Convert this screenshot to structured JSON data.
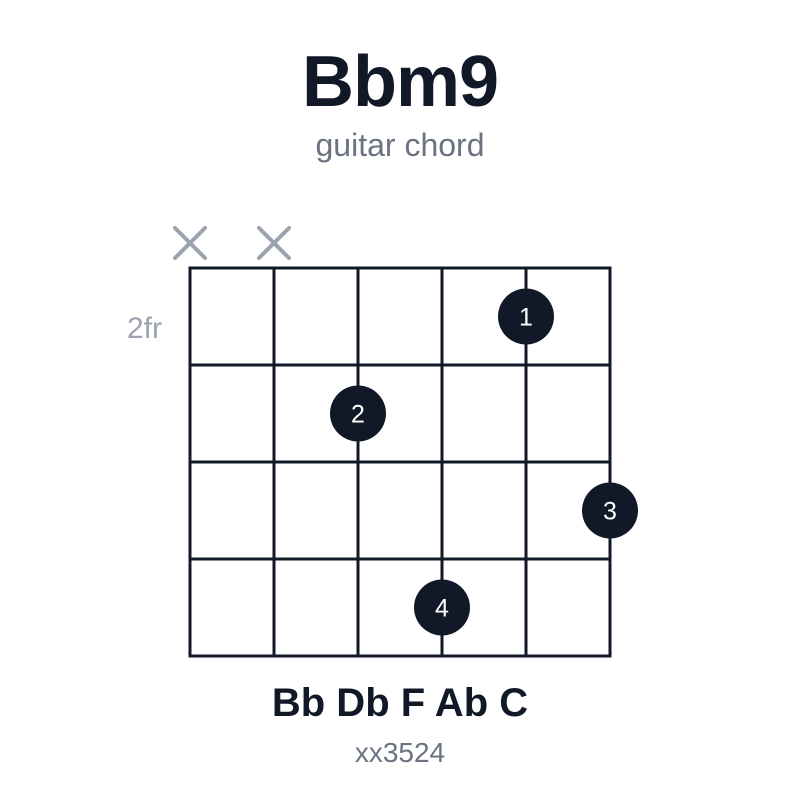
{
  "chord": {
    "name": "Bbm9",
    "subtitle": "guitar chord",
    "notes": "Bb Db F Ab C",
    "shape": "xx3524",
    "base_fret_label": "2fr"
  },
  "fretboard": {
    "strings": 6,
    "frets": 4,
    "muted_strings": [
      1,
      2
    ],
    "open_strings": [],
    "dots": [
      {
        "string": 5,
        "fret": 1,
        "finger": "1"
      },
      {
        "string": 3,
        "fret": 2,
        "finger": "2"
      },
      {
        "string": 6,
        "fret": 3,
        "finger": "3"
      },
      {
        "string": 4,
        "fret": 4,
        "finger": "4"
      }
    ]
  },
  "colors": {
    "ink": "#111827",
    "muted": "#9ca3af",
    "dot_text": "#ffffff"
  }
}
